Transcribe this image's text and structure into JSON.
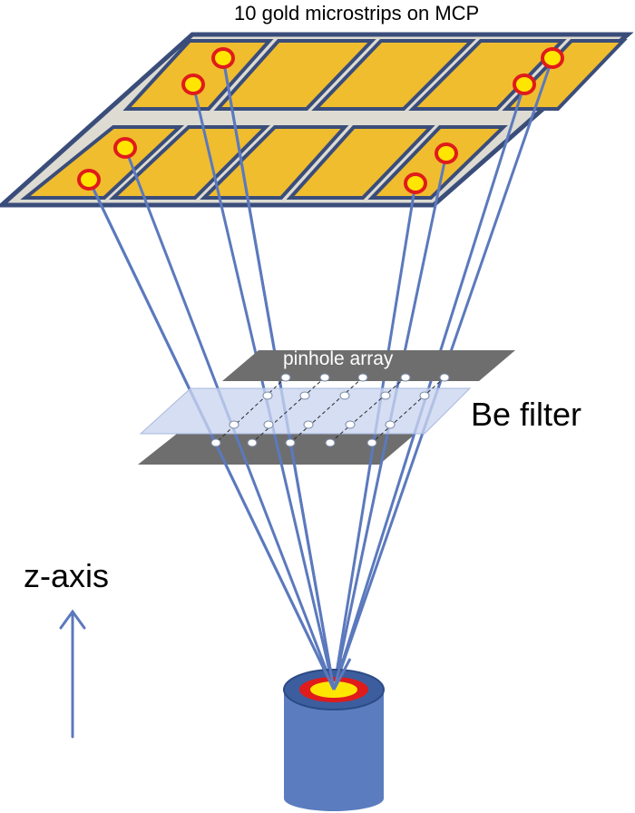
{
  "labels": {
    "mcp": "10 gold microstrips on MCP",
    "pinhole": "pinhole array",
    "filter": "Be filter",
    "axis": "z-axis"
  },
  "colors": {
    "frame": "#3a4d7a",
    "strip": "#f0bd2e",
    "spot_ring": "#e01b1b",
    "spot_fill": "#ffe600",
    "ray": "#5b79bd",
    "pinhole_plate": "#6e6e6e",
    "filter": "#c9d5ef",
    "source_body": "#5b7dbf",
    "source_dark": "#3d5e9e",
    "arrow": "#5b79bd"
  },
  "icons": {
    "axis_arrow": "up-arrow-icon"
  }
}
